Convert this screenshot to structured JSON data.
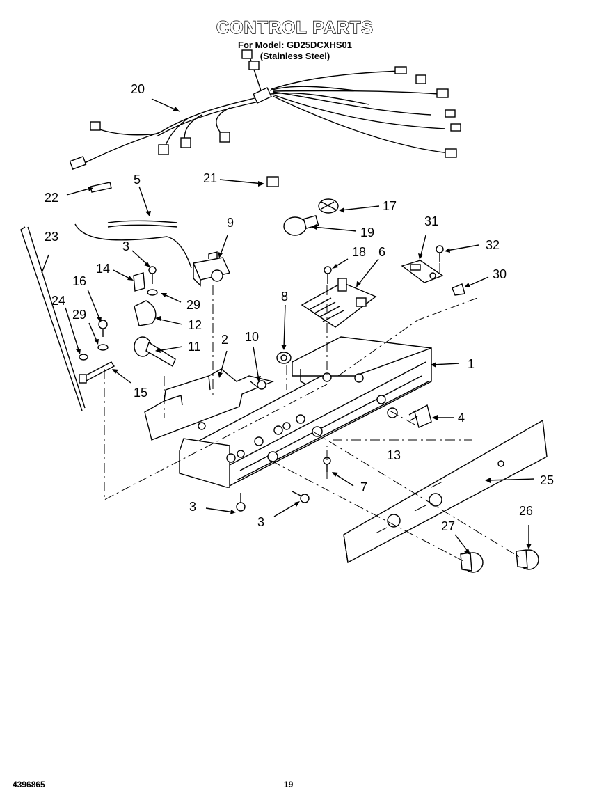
{
  "header": {
    "title": "CONTROL PARTS",
    "model_line": "For Model: GD25DCXHS01",
    "finish_line": "(Stainless Steel)"
  },
  "footer": {
    "doc_number": "4396865",
    "page_number": "19"
  },
  "callouts": {
    "c1": "1",
    "c2": "2",
    "c3a": "3",
    "c3b": "3",
    "c3c": "3",
    "c4": "4",
    "c5": "5",
    "c6": "6",
    "c7": "7",
    "c8": "8",
    "c9": "9",
    "c10": "10",
    "c11": "11",
    "c12": "12",
    "c13": "13",
    "c14": "14",
    "c15": "15",
    "c16": "16",
    "c17": "17",
    "c18": "18",
    "c19": "19",
    "c20": "20",
    "c21": "21",
    "c22": "22",
    "c23": "23",
    "c24": "24",
    "c25": "25",
    "c26": "26",
    "c27": "27",
    "c29a": "29",
    "c29b": "29",
    "c30": "30",
    "c31": "31",
    "c32": "32"
  }
}
